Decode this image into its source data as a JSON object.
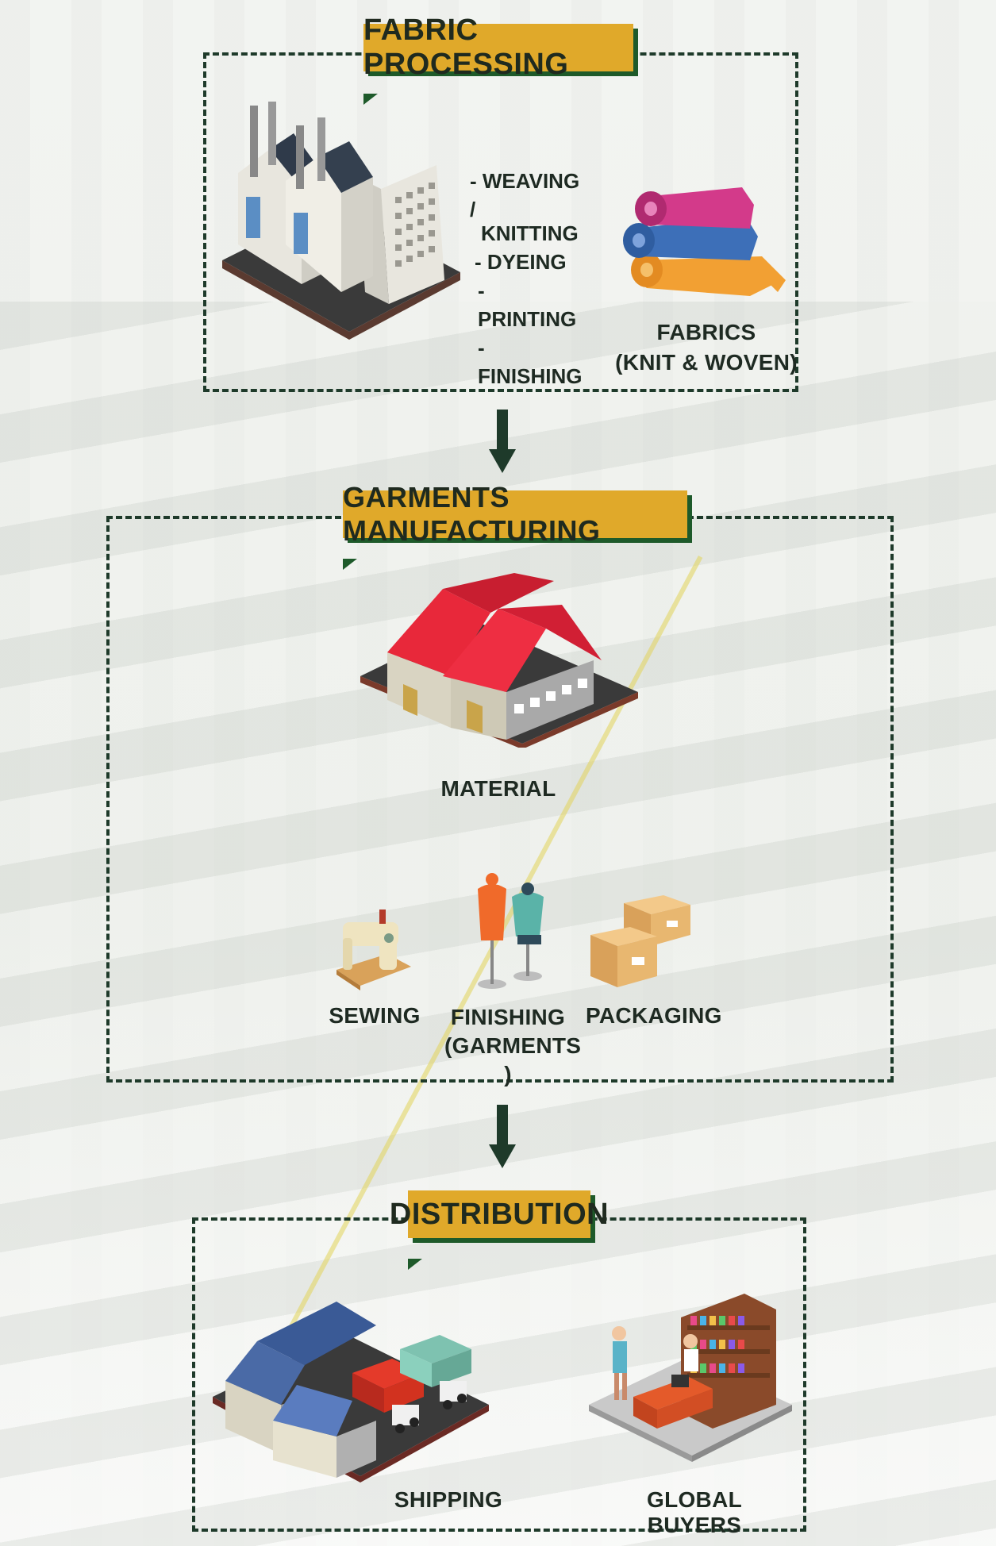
{
  "sections": {
    "fabric": {
      "title": "FABRIC PROCESSING",
      "steps": [
        "- WEAVING /",
        "KNITTING",
        "- DYEING",
        "- PRINTING",
        "- FINISHING"
      ],
      "fabrics_label_1": "FABRICS",
      "fabrics_label_2": "(KNIT & WOVEN)"
    },
    "garments": {
      "title": "GARMENTS MANUFACTURING",
      "material_label": "MATERIAL",
      "sewing_label": "SEWING",
      "finishing_label_1": "FINISHING",
      "finishing_label_2": "(GARMENTS )",
      "packaging_label": "PACKAGING"
    },
    "distribution": {
      "title": "DISTRIBUTION",
      "shipping_label": "SHIPPING",
      "buyers_label": "GLOBAL BUYERS"
    }
  },
  "colors": {
    "tag": "#e0a92a",
    "tag_shadow": "#1e5a2a",
    "dashed_border": "#1e3a2a",
    "arrow": "#1e3a2a"
  },
  "icons": [
    "factory-icon",
    "fabric-rolls-icon",
    "warehouse-icon",
    "sewing-machine-icon",
    "mannequin-icon",
    "boxes-icon",
    "shipping-warehouse-icon",
    "shop-icon"
  ]
}
